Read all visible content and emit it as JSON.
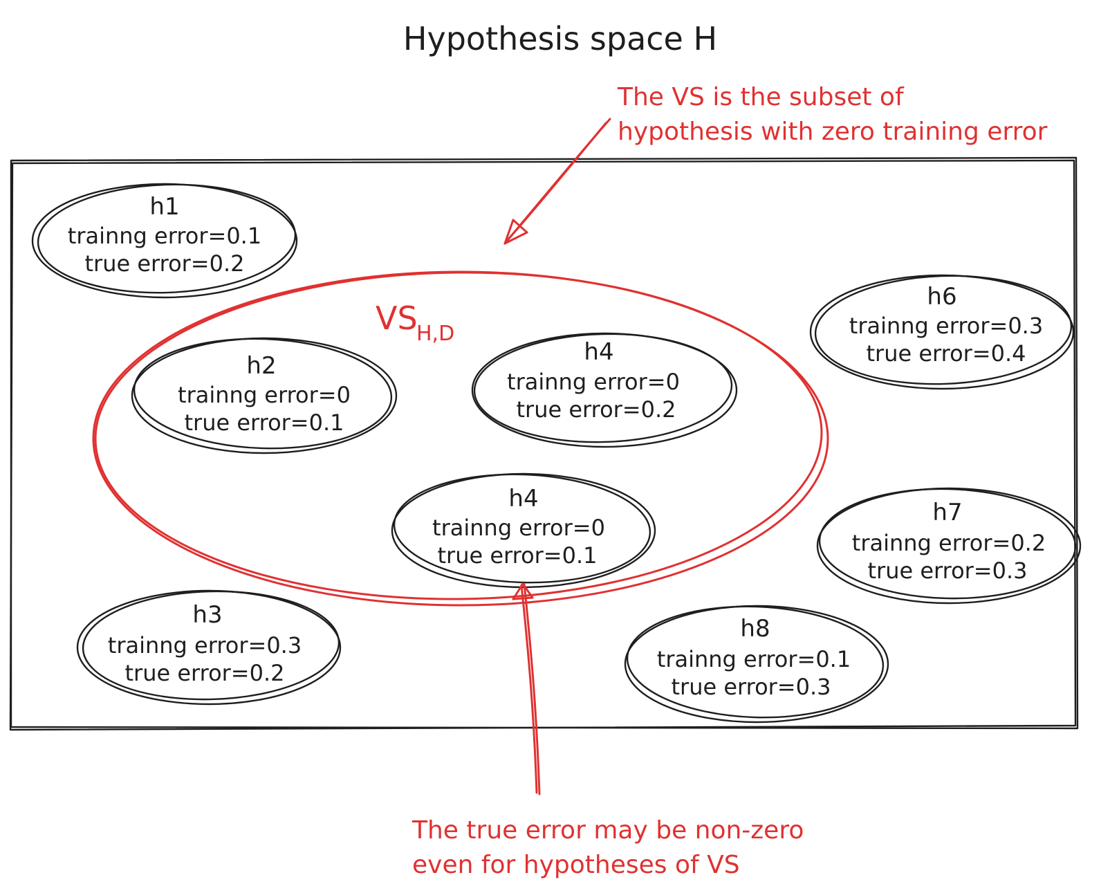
{
  "title": "Hypothesis space H",
  "version_space": {
    "label_main": "VS",
    "label_sub": "H,D"
  },
  "annotations": {
    "top_line1": "The VS is the subset of",
    "top_line2": "hypothesis with zero training error",
    "bottom_line1": "The true error may be non-zero",
    "bottom_line2": "even for hypotheses of VS"
  },
  "hypotheses": [
    {
      "name": "h1",
      "training": "trainng error=0.1",
      "true": "true error=0.2"
    },
    {
      "name": "h2",
      "training": "trainng error=0",
      "true": "true error=0.1"
    },
    {
      "name": "h4",
      "training": "trainng error=0",
      "true": "true error=0.2"
    },
    {
      "name": "h4",
      "training": "trainng error=0",
      "true": "true error=0.1"
    },
    {
      "name": "h6",
      "training": "trainng error=0.3",
      "true": "true error=0.4"
    },
    {
      "name": "h7",
      "training": "trainng error=0.2",
      "true": "true error=0.3"
    },
    {
      "name": "h3",
      "training": "trainng error=0.3",
      "true": "true error=0.2"
    },
    {
      "name": "h8",
      "training": "trainng error=0.1",
      "true": "true error=0.3"
    }
  ],
  "colors": {
    "ink": "#1e1e1e",
    "accent_red": "#e03131",
    "background": "#ffffff"
  }
}
